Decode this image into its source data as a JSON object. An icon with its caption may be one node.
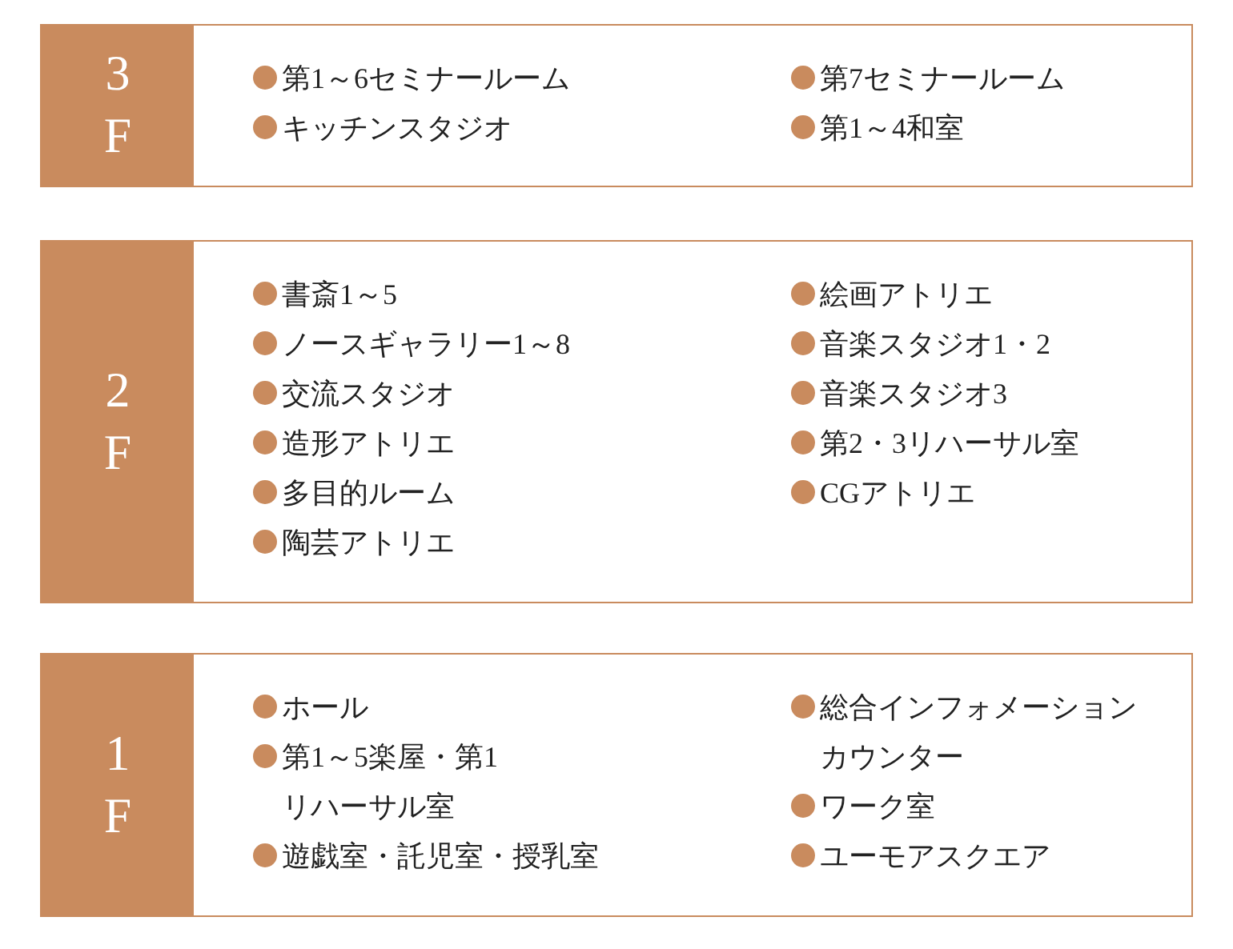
{
  "diagram": {
    "nodes": [
      {
        "text": [
          "3F",
          "第1～6セミナールーム",
          "キッチンスタジオ",
          "第7セミナールーム",
          "第1～4和室"
        ]
      },
      {
        "text": [
          "2F",
          "書斎1～5",
          "ノースギャラリー1～8",
          "交流スタジオ",
          "造形アトリエ",
          "多目的ルーム",
          "陶芸アトリエ",
          "絵画アトリエ",
          "音楽スタジオ1・2",
          "音楽スタジオ3",
          "第2・3リハーサル室",
          "CGアトリエ"
        ]
      },
      {
        "text": [
          "1F",
          "ホール",
          "第1～5楽屋・第1リハーサル室",
          "遊戯室・託児室・授乳室",
          "総合インフォメーションカウンター",
          "ワーク室",
          "ユーモアスクエア"
        ]
      }
    ]
  }
}
